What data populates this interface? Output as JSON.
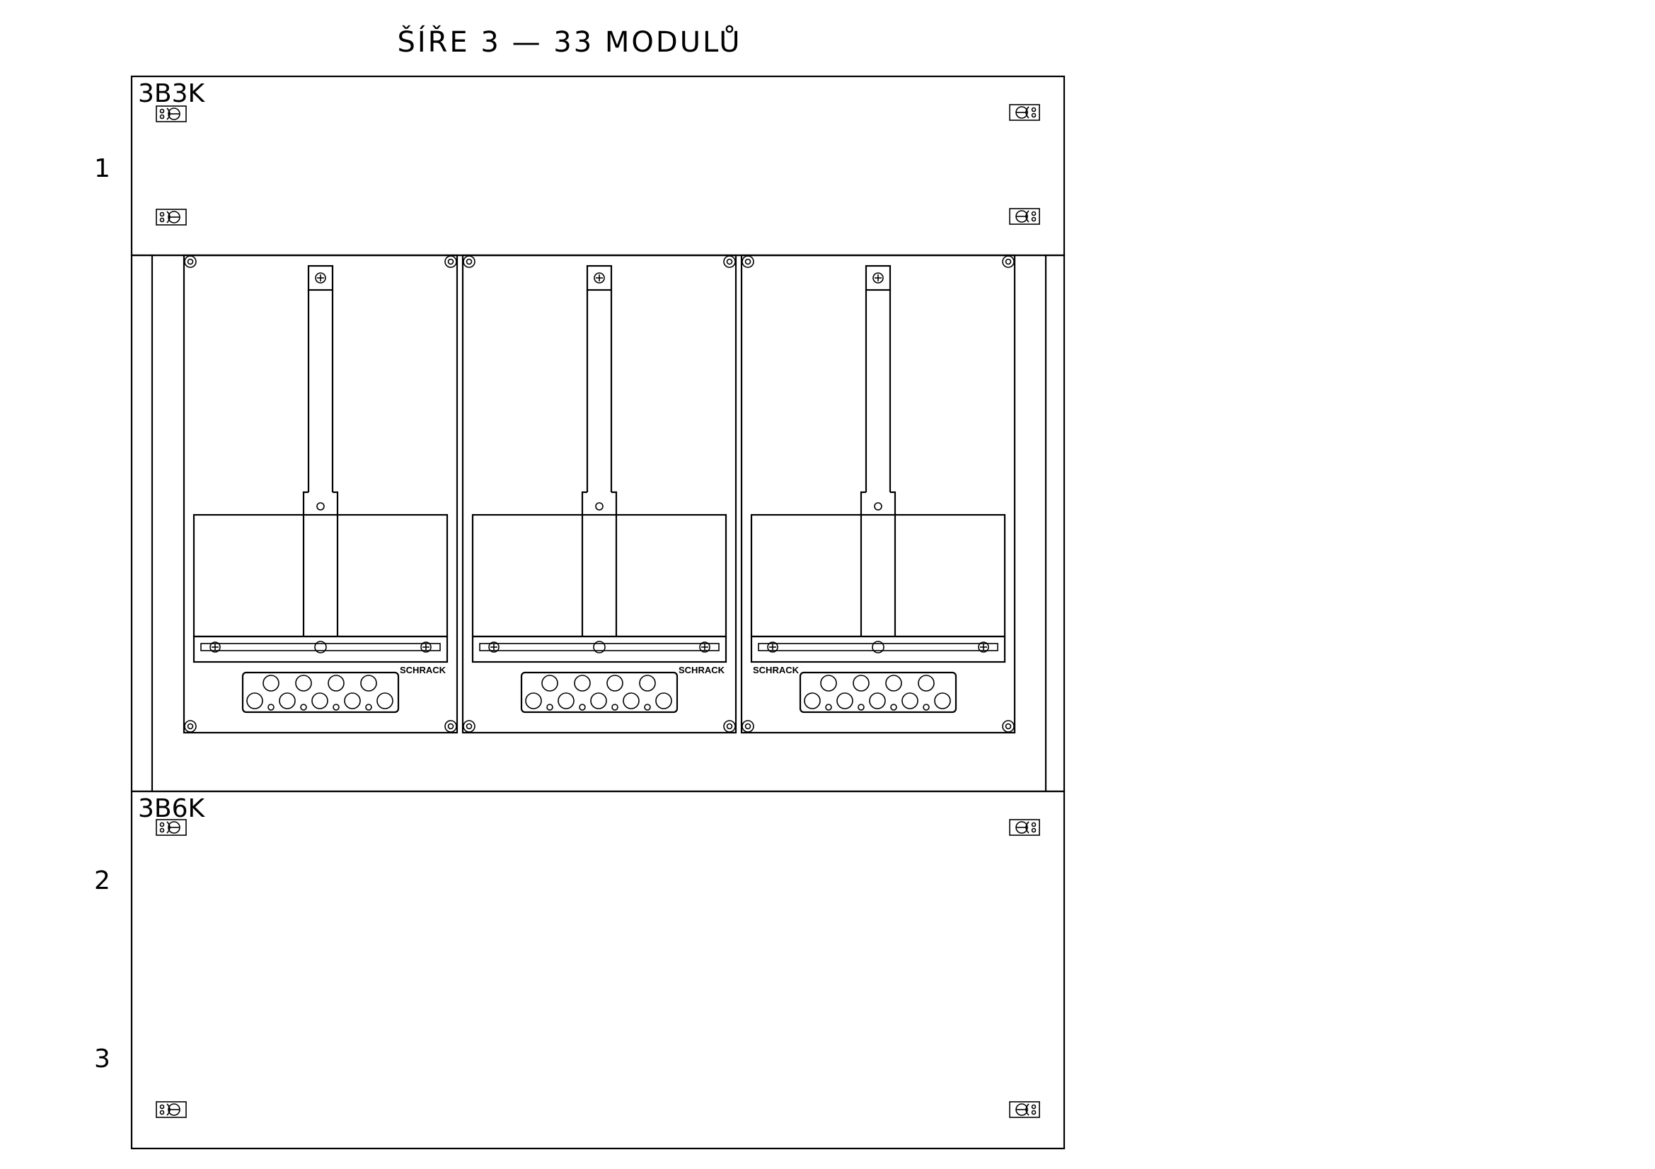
{
  "drawing": {
    "title": "ŠÍŘE 3 — 33 MODULŮ",
    "row_numbers": [
      "1",
      "2",
      "3"
    ],
    "panels": [
      {
        "label": "3B3K"
      },
      {
        "label": "3B6K"
      }
    ],
    "meter_units": [
      {
        "brand": "SCHRACK"
      },
      {
        "brand": "SCHRACK"
      },
      {
        "brand": "SCHRACK"
      }
    ],
    "colors": {
      "line": "#000000",
      "background": "#ffffff"
    }
  }
}
